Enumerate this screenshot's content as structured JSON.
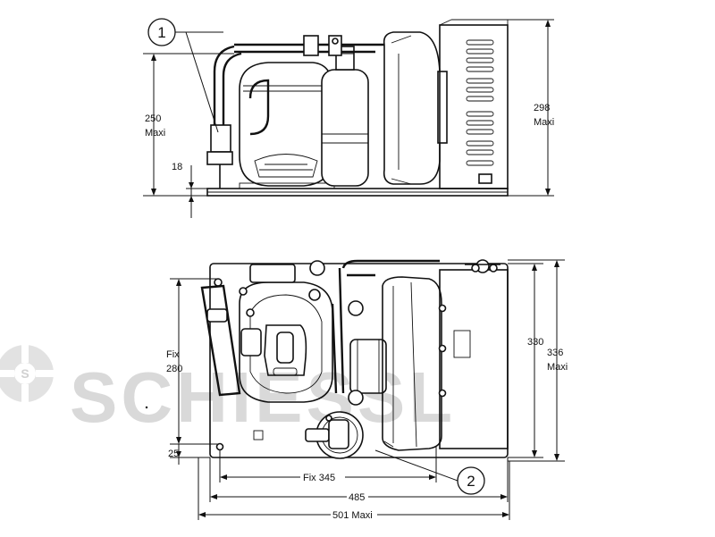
{
  "watermark": {
    "text": "SCHIESSL",
    "color": "#d9d9d9"
  },
  "callouts": [
    {
      "id": "callout-1",
      "label": "1"
    },
    {
      "id": "callout-2",
      "label": "2"
    }
  ],
  "side_view": {
    "dimensions": {
      "height_250": {
        "value": "250",
        "suffix": "Maxi"
      },
      "height_298": {
        "value": "298",
        "suffix": "Maxi"
      },
      "base_18": {
        "value": "18"
      }
    }
  },
  "top_view": {
    "dimensions": {
      "fix_280": {
        "prefix": "Fix",
        "value": "280"
      },
      "offset_25": {
        "value": "25"
      },
      "depth_330": {
        "value": "330"
      },
      "depth_336": {
        "value": "336",
        "suffix": "Maxi"
      },
      "fix_345": {
        "text": "Fix 345"
      },
      "width_485": {
        "value": "485"
      },
      "width_501": {
        "text": "501 Maxi"
      }
    }
  },
  "colors": {
    "line": "#111111",
    "background": "#ffffff"
  }
}
